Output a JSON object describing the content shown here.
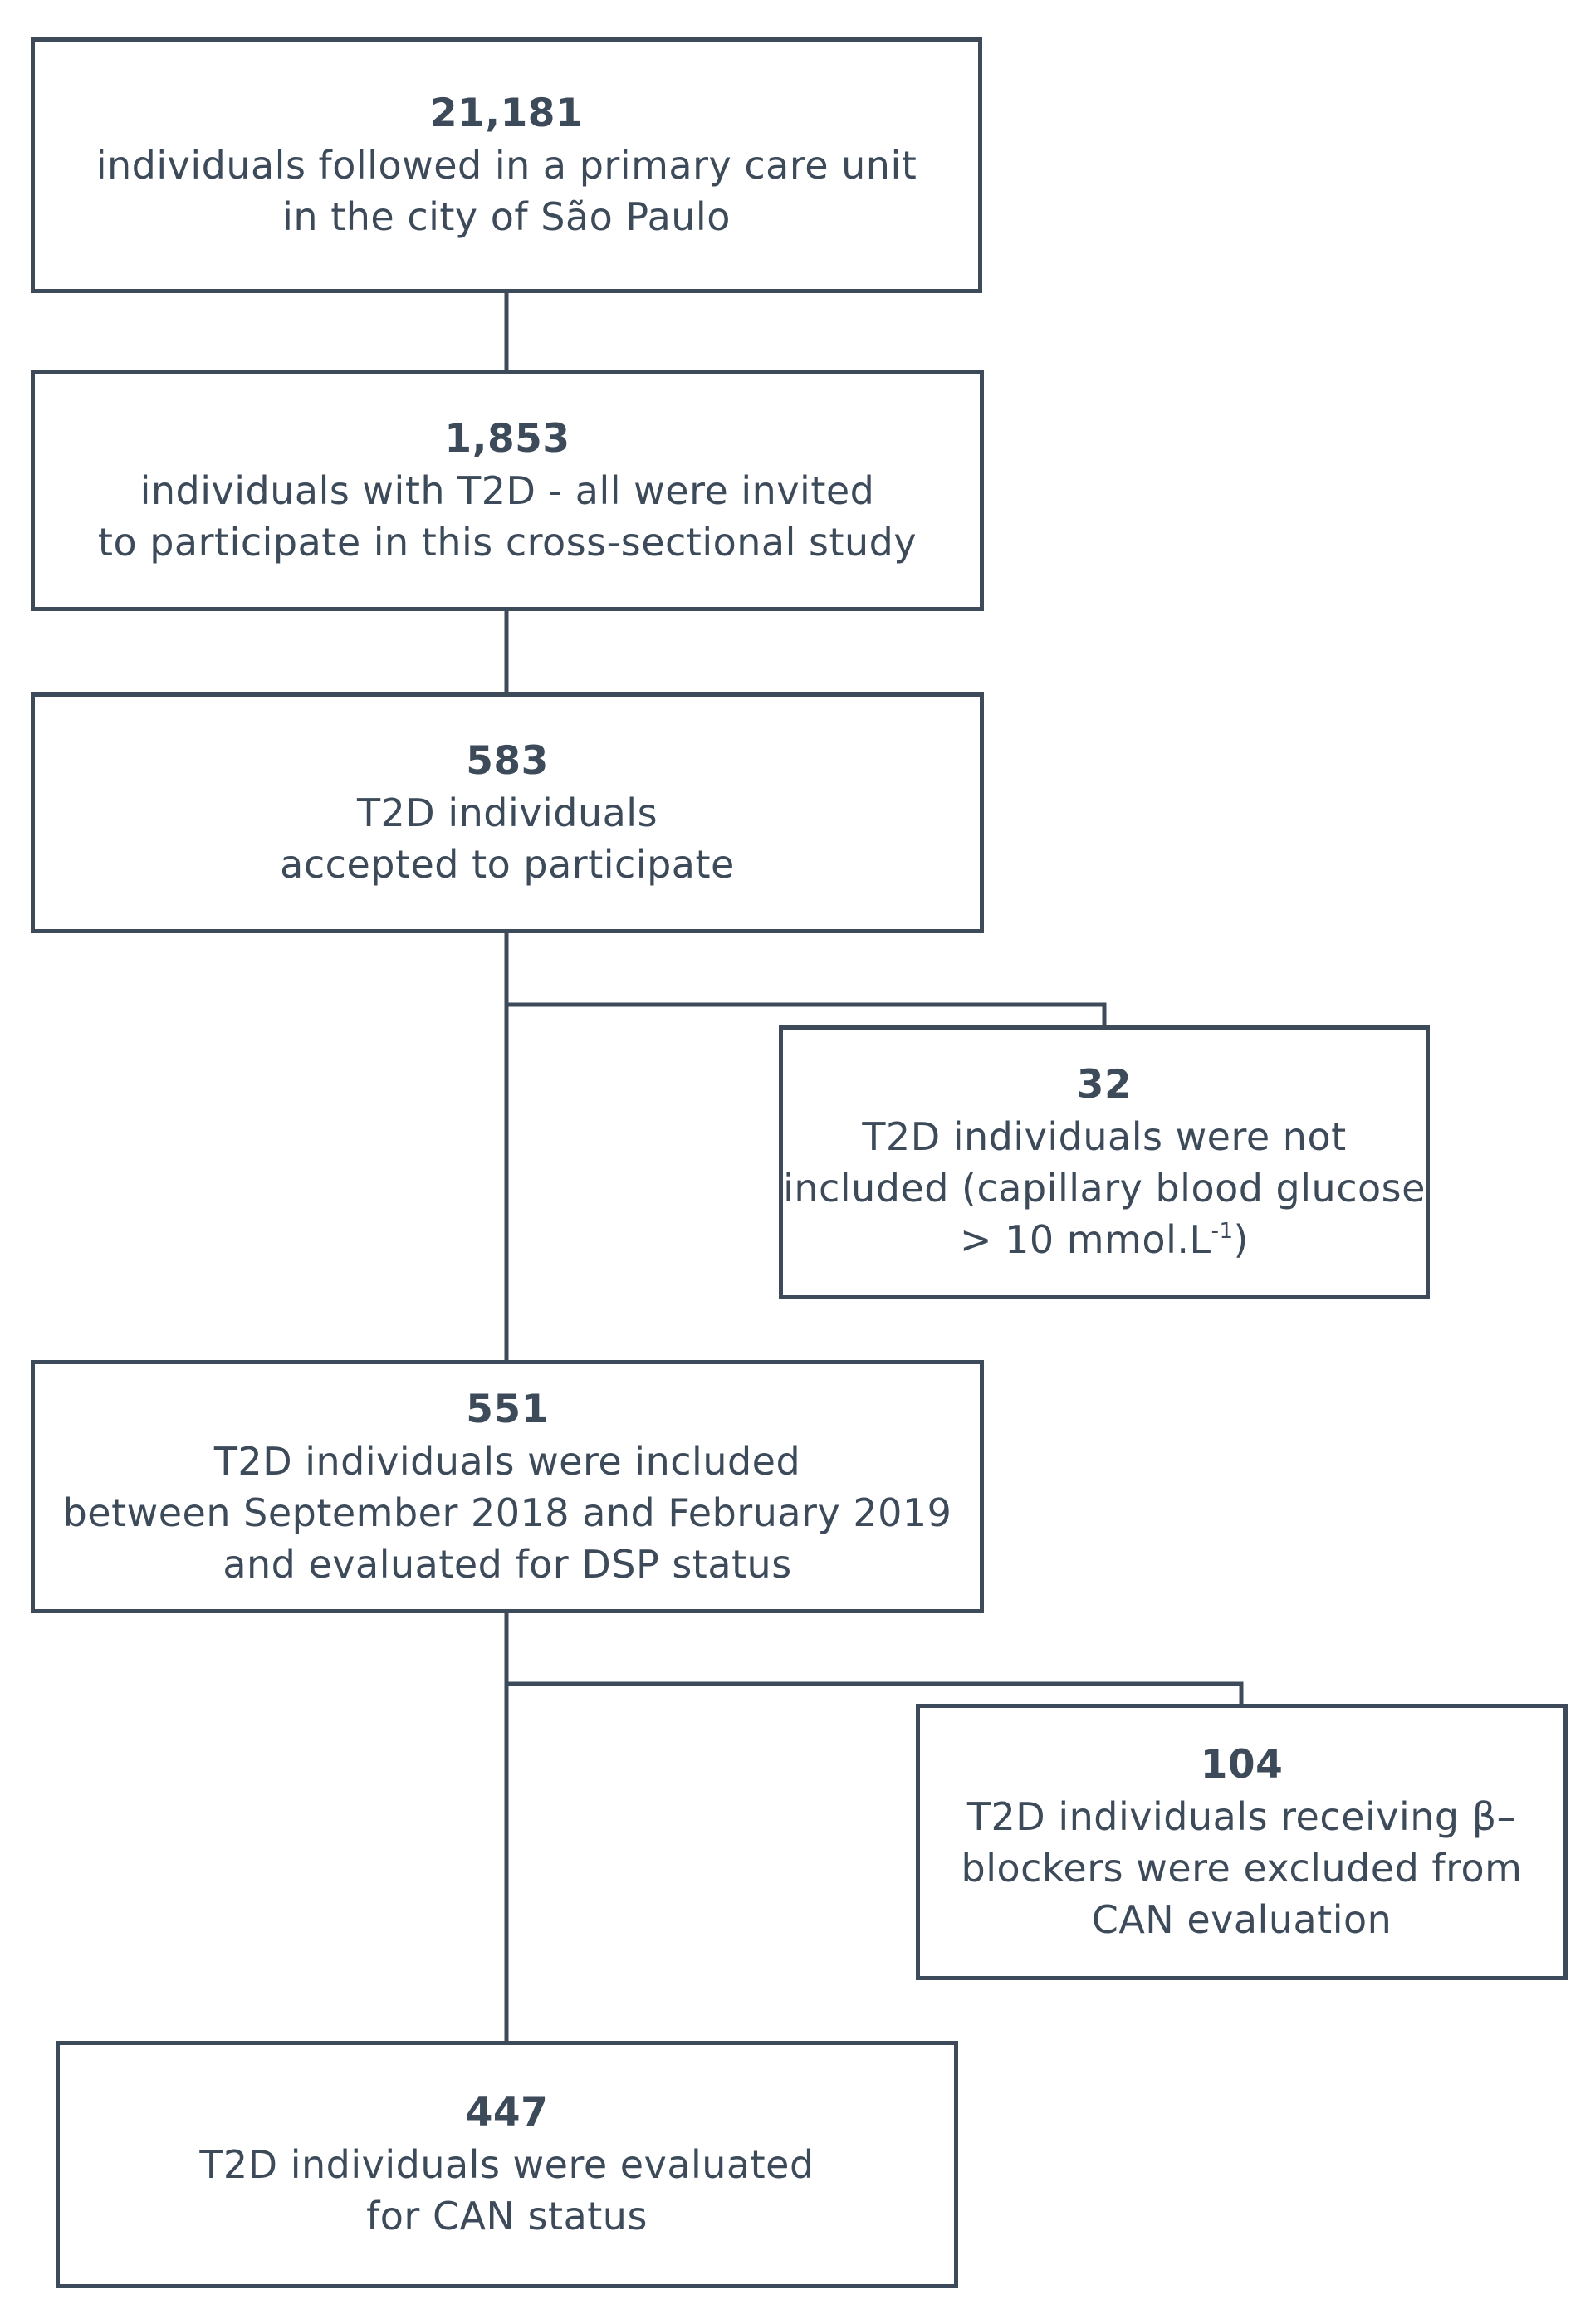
{
  "boxes": [
    {
      "count": "21,181",
      "lines": [
        "individuals followed in a primary care unit",
        "in the city of São Paulo"
      ]
    },
    {
      "count": "1,853",
      "lines": [
        "individuals with T2D - all were invited",
        "to participate in this cross-sectional study"
      ]
    },
    {
      "count": "583",
      "lines": [
        "T2D individuals",
        "accepted to participate"
      ]
    },
    {
      "count": "32",
      "lines": [
        "T2D individuals were not",
        "included (capillary blood glucose",
        "> 10 mmol.L",
        ")"
      ],
      "superscript": "-1"
    },
    {
      "count": "551",
      "lines": [
        "T2D individuals were included",
        "between September 2018 and February 2019",
        "and evaluated for DSP status"
      ]
    },
    {
      "count": "104",
      "lines": [
        "T2D individuals receiving β–",
        "blockers were excluded from",
        "CAN evaluation"
      ]
    },
    {
      "count": "447",
      "lines": [
        "T2D individuals were evaluated",
        "for CAN status"
      ]
    }
  ]
}
